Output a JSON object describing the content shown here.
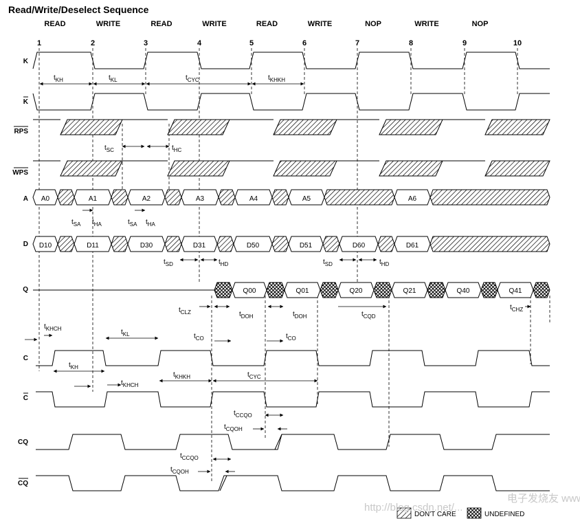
{
  "title": "Read/Write/Deselect Sequence",
  "operations": [
    "READ",
    "WRITE",
    "READ",
    "WRITE",
    "READ",
    "WRITE",
    "NOP",
    "WRITE",
    "NOP"
  ],
  "cycles": [
    "1",
    "2",
    "3",
    "4",
    "5",
    "6",
    "7",
    "8",
    "9",
    "10"
  ],
  "signals": {
    "k": "K",
    "kbar": "K",
    "rps": "RPS",
    "wps": "WPS",
    "a": "A",
    "d": "D",
    "q": "Q",
    "c": "C",
    "cbar": "C",
    "cq": "CQ",
    "cqbar": "CQ"
  },
  "address_bus": [
    "A0",
    "A1",
    "A2",
    "A3",
    "A4",
    "A5",
    "A6"
  ],
  "data_in_bus": [
    "D10",
    "D11",
    "D30",
    "D31",
    "D50",
    "D51",
    "D60",
    "D61"
  ],
  "data_out_bus": [
    "Q00",
    "Q01",
    "Q20",
    "Q21",
    "Q40",
    "Q41"
  ],
  "timing": {
    "tKH": {
      "main": "t",
      "sub": "KH"
    },
    "tKL": {
      "main": "t",
      "sub": "KL"
    },
    "tCYC": {
      "main": "t",
      "sub": "CYC"
    },
    "tKHKH": {
      "main": "t",
      "sub": "KHKH"
    },
    "tSC": {
      "main": "t",
      "sub": "SC"
    },
    "tHC": {
      "main": "t",
      "sub": "HC"
    },
    "tSA": {
      "main": "t",
      "sub": "SA"
    },
    "tHA": {
      "main": "t",
      "sub": "HA"
    },
    "tSD": {
      "main": "t",
      "sub": "SD"
    },
    "tHD": {
      "main": "t",
      "sub": "HD"
    },
    "tCLZ": {
      "main": "t",
      "sub": "CLZ"
    },
    "tDOH": {
      "main": "t",
      "sub": "DOH"
    },
    "tCO": {
      "main": "t",
      "sub": "CO"
    },
    "tCQD": {
      "main": "t",
      "sub": "CQD"
    },
    "tCHZ": {
      "main": "t",
      "sub": "CHZ"
    },
    "tKHCH": {
      "main": "t",
      "sub": "KHCH"
    },
    "tCCQO": {
      "main": "t",
      "sub": "CCQO"
    },
    "tCQOH": {
      "main": "t",
      "sub": "CQOH"
    }
  },
  "legend": {
    "dont_care": "DON'T CARE",
    "undefined": "UNDEFINED"
  },
  "watermark": {
    "url": "http://blog.csdn.net/...",
    "site": "电子发烧友 www.elecfans.com"
  }
}
